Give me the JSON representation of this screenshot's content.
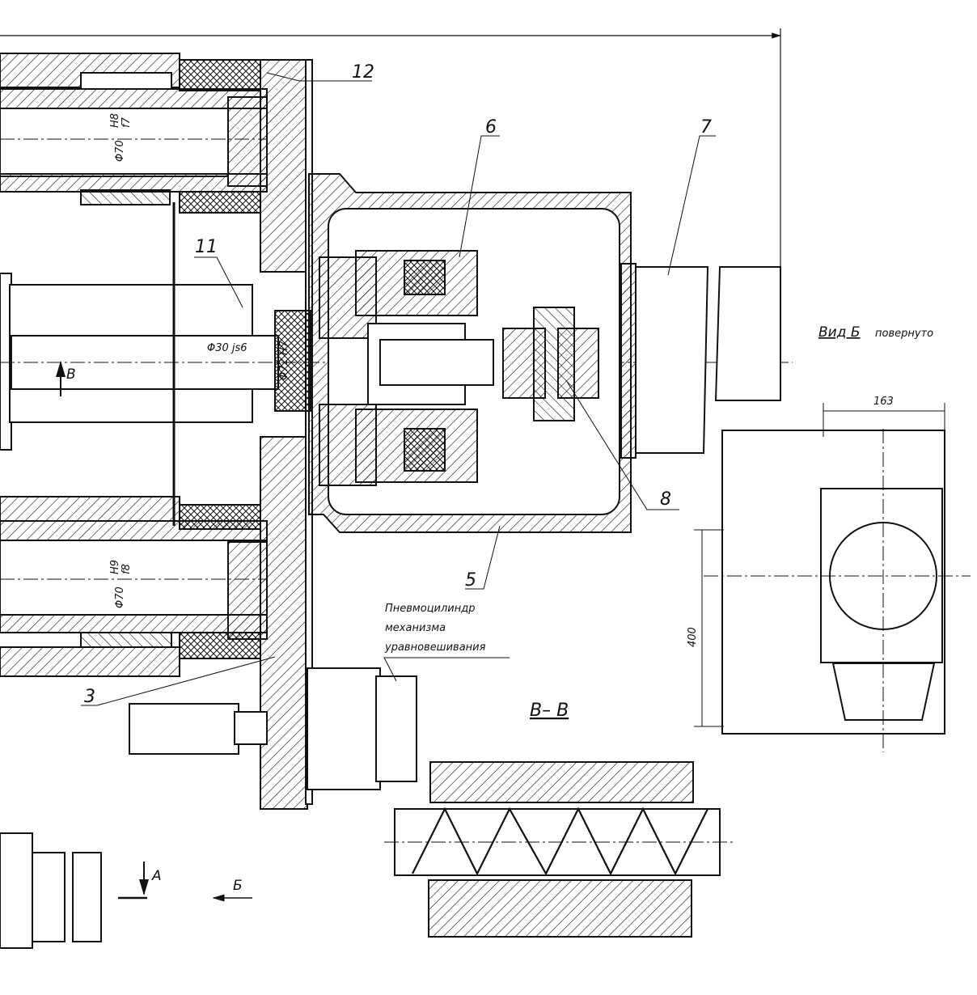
{
  "labels": {
    "part_12": "12",
    "part_6": "6",
    "part_7": "7",
    "part_11": "11",
    "part_8": "8",
    "part_5": "5",
    "part_3": "3",
    "section_b_arrow": "B",
    "view_a_arrow": "A",
    "view_b_arrow": "Б",
    "section_title": "B– B",
    "view_title": "Вид Б",
    "view_title_suffix": "повернуто"
  },
  "dimensions": {
    "d1_base": "Φ70",
    "d1_fit_top": "H8",
    "d1_fit_bottom": "f7",
    "d2_base": "Φ70",
    "d2_fit_top": "H9",
    "d2_fit_bottom": "f8",
    "shaft": "Φ30 js6",
    "bore": "Φ72 H7",
    "width_163": "163",
    "height_400": "400"
  },
  "callouts": {
    "cylinder_line1": "Пневмоцилиндр",
    "cylinder_line2": "механизма",
    "cylinder_line3": "уравновешивания"
  }
}
